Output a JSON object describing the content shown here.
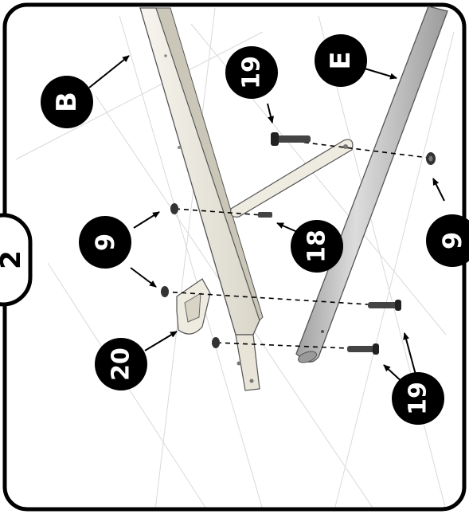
{
  "step": {
    "number": "2"
  },
  "callouts": [
    {
      "id": "part-b",
      "label": "B"
    },
    {
      "id": "part-e",
      "label": "E"
    },
    {
      "id": "bolt-19-top",
      "label": "19"
    },
    {
      "id": "nut-9-right",
      "label": "9"
    },
    {
      "id": "nut-9-left",
      "label": "9"
    },
    {
      "id": "bolt-18",
      "label": "18"
    },
    {
      "id": "bracket-20",
      "label": "20"
    },
    {
      "id": "bolt-19-bottom",
      "label": "19"
    }
  ],
  "colors": {
    "frame": "#000000",
    "tube": "#b9b9b9",
    "rail": "#ebe8dc",
    "hardware": "#333333",
    "guide": "#cfcfcf"
  }
}
